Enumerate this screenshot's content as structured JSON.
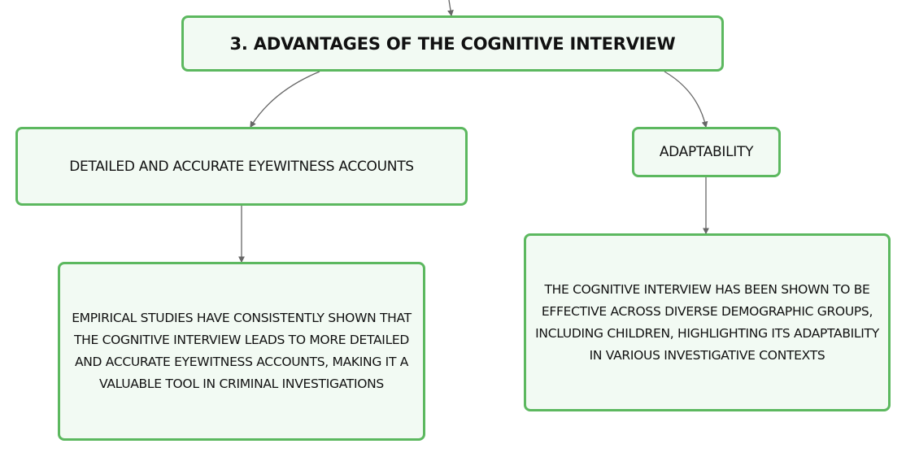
{
  "diagram": {
    "root": {
      "label": "3. ADVANTAGES OF THE COGNITIVE INTERVIEW"
    },
    "branches": [
      {
        "label": "DETAILED AND ACCURATE EYEWITNESS ACCOUNTS",
        "detail": "EMPIRICAL STUDIES HAVE CONSISTENTLY SHOWN THAT THE COGNITIVE INTERVIEW LEADS TO MORE DETAILED AND ACCURATE EYEWITNESS ACCOUNTS, MAKING IT A VALUABLE TOOL IN CRIMINAL INVESTIGATIONS"
      },
      {
        "label": "ADAPTABILITY",
        "detail": "THE COGNITIVE INTERVIEW HAS BEEN SHOWN TO BE EFFECTIVE ACROSS DIVERSE DEMOGRAPHIC GROUPS, INCLUDING CHILDREN, HIGHLIGHTING ITS ADAPTABILITY IN VARIOUS INVESTIGATIVE CONTEXTS"
      }
    ],
    "colors": {
      "node_border": "#5cb85f",
      "node_fill": "#f2faf3",
      "connector": "#666666",
      "text": "#111111"
    }
  }
}
